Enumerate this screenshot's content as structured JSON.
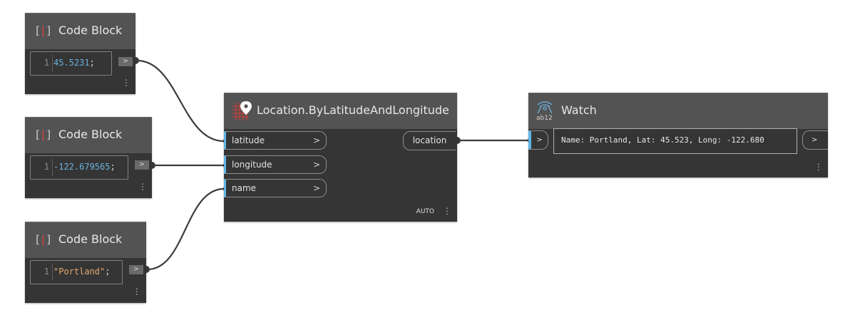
{
  "code_blocks": [
    {
      "title": "Code Block",
      "line_number": "1",
      "code": "45.5231",
      "terminator": ";",
      "output_label": ">"
    },
    {
      "title": "Code Block",
      "line_number": "1",
      "code": "-122.679565",
      "terminator": ";",
      "output_label": ">"
    },
    {
      "title": "Code Block",
      "line_number": "1",
      "code": "\"Portland\"",
      "terminator": ";",
      "output_label": ">"
    }
  ],
  "location_node": {
    "title": "Location.ByLatitudeAndLongitude",
    "inputs": [
      {
        "label": "latitude",
        "chevron": ">"
      },
      {
        "label": "longitude",
        "chevron": ">"
      },
      {
        "label": "name",
        "chevron": ">"
      }
    ],
    "output": "location",
    "lacing": "AUTO"
  },
  "watch_node": {
    "title": "Watch",
    "icon_text": "ab12",
    "input_label": ">",
    "value": "Name: Portland, Lat: 45.523, Long: -122.680",
    "output_label": ">"
  },
  "icons": {
    "code_block": "code-block-icon",
    "location": "location-pin-icon",
    "watch": "watch-icon",
    "menu": "vertical-dots-icon"
  },
  "colors": {
    "canvas": "#ffffff",
    "node_body": "#353535",
    "node_header": "#535353",
    "port_accent": "#5fb6e5",
    "number_literal": "#6ab4e0",
    "string_literal": "#e3a76e",
    "wire": "#3c3c3c",
    "icon_red": "#e0413b"
  }
}
